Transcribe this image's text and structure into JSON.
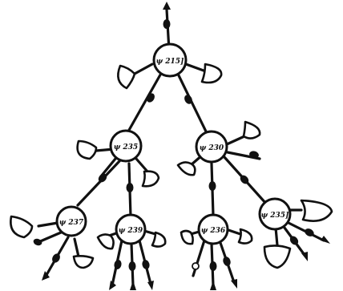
{
  "diagram": {
    "colors": {
      "ink": "#111111",
      "paper": "#ffffff"
    },
    "nodes": [
      {
        "id": "root",
        "label": "ψ 215]"
      },
      {
        "id": "left",
        "label": "ψ 235"
      },
      {
        "id": "right",
        "label": "ψ 230"
      },
      {
        "id": "ll",
        "label": "ψ 237"
      },
      {
        "id": "lr",
        "label": "ψ 239"
      },
      {
        "id": "rl",
        "label": "ψ 236"
      },
      {
        "id": "rr",
        "label": "ψ 235]"
      }
    ]
  }
}
